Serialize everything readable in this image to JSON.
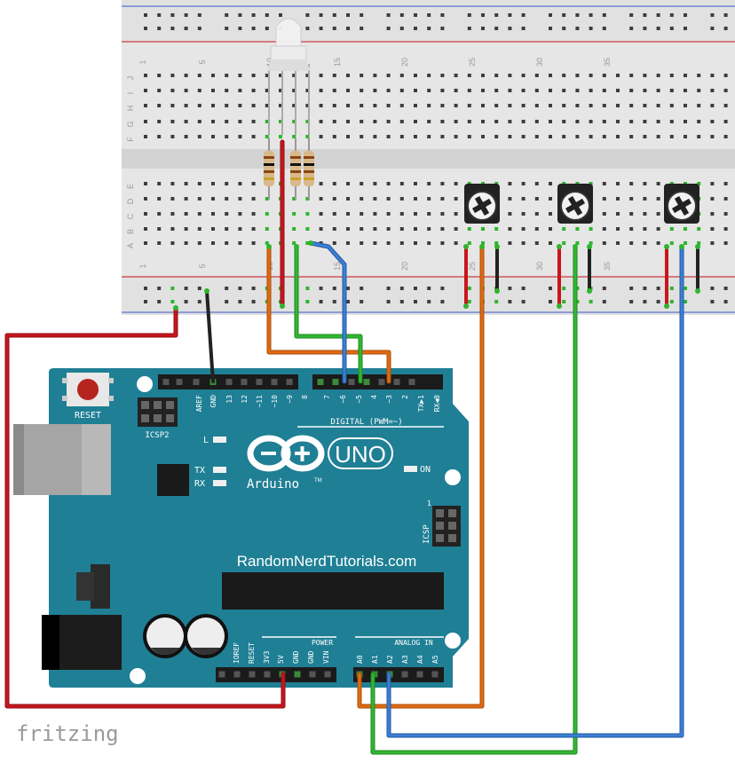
{
  "watermark": "fritzing",
  "breadboard": {
    "col_numbers": [
      "1",
      "5",
      "10",
      "15",
      "20",
      "25",
      "30",
      "35"
    ],
    "row_letters_top": [
      "J",
      "I",
      "H",
      "G",
      "F"
    ],
    "row_letters_bottom": [
      "E",
      "D",
      "C",
      "B",
      "A"
    ]
  },
  "arduino": {
    "reset_label": "RESET",
    "icsp2_label": "ICSP2",
    "icsp_label": "ICSP",
    "icsp_pin1": "1",
    "logo_text": "Arduino",
    "logo_tm": "TM",
    "uno_label": "UNO",
    "on_label": "ON",
    "led_l": "L",
    "led_tx": "TX",
    "led_rx": "RX",
    "digital_label": "DIGITAL (PWM=~)",
    "website": "RandomNerdTutorials.com",
    "power_label": "POWER",
    "analog_label": "ANALOG IN",
    "digital_pins": [
      "AREF",
      "GND",
      "13",
      "12",
      "~11",
      "~10",
      "~9",
      "8",
      "7",
      "~6",
      "~5",
      "4",
      "~3",
      "2",
      "TX▶1",
      "RX◀0"
    ],
    "power_pins": [
      "IOREF",
      "RESET",
      "3V3",
      "5V",
      "GND",
      "GND",
      "VIN"
    ],
    "analog_pins": [
      "A0",
      "A1",
      "A2",
      "A3",
      "A4",
      "A5"
    ]
  },
  "colors": {
    "board": "#1f7f95",
    "wire_red": "#c8161d",
    "wire_black": "#222222",
    "wire_orange": "#e06a12",
    "wire_green": "#33b533",
    "wire_blue": "#3a7fd4",
    "breadboard": "#e8e8e8"
  }
}
